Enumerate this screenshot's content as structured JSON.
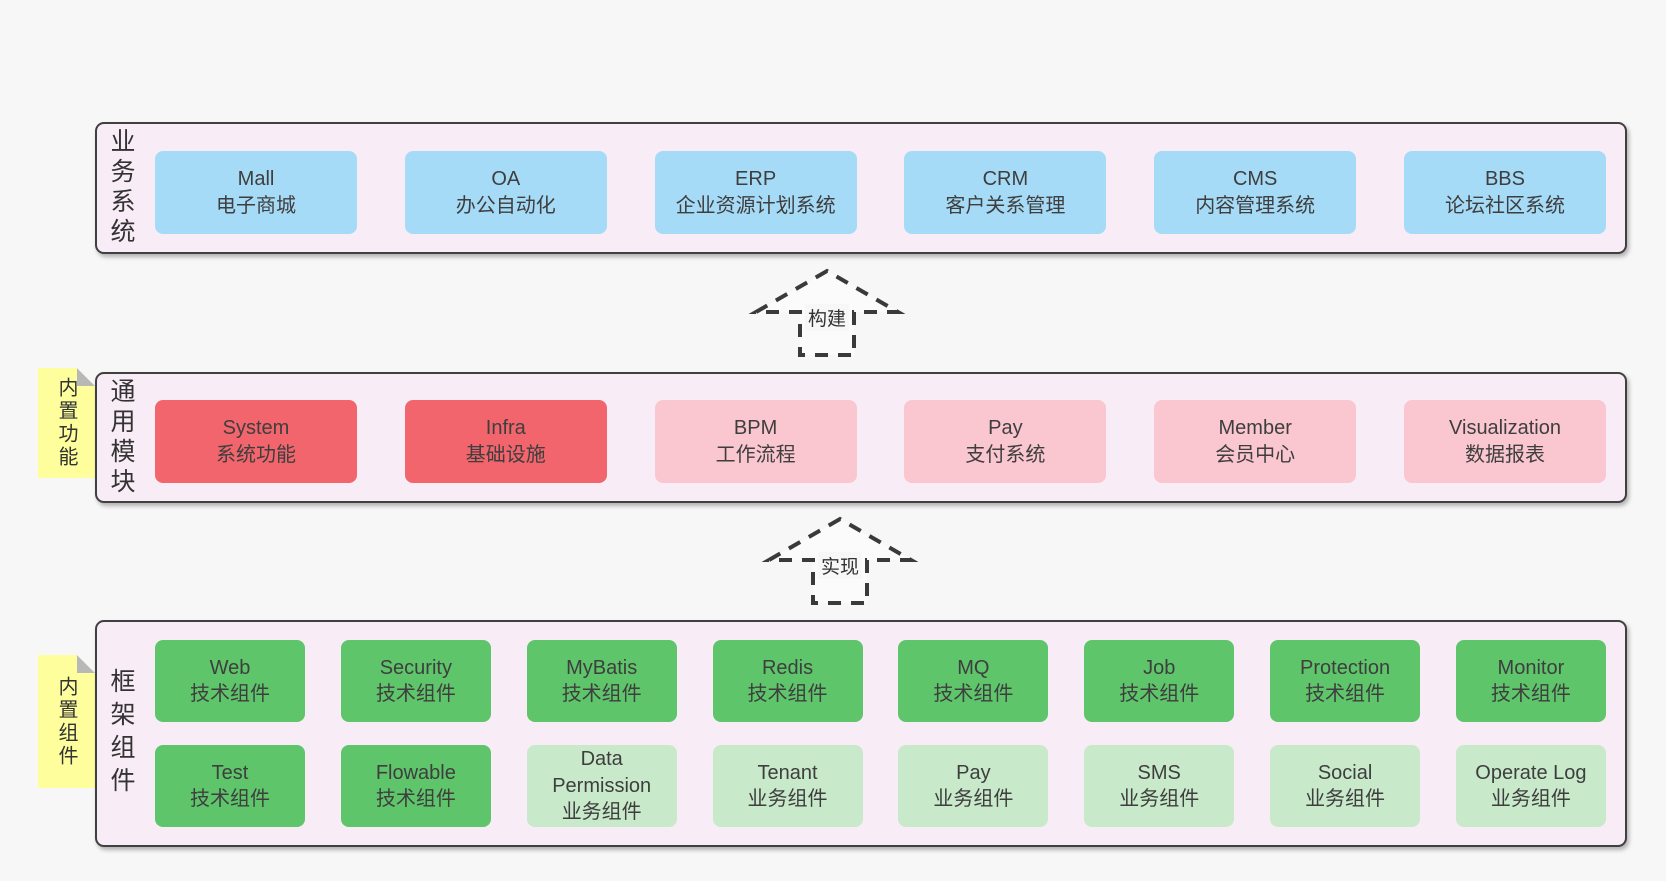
{
  "colors": {
    "bg": "#f7f7f7",
    "section_fill": "#f8edf6",
    "section_border": "#404040",
    "blue": "#a6dbf7",
    "red": "#f2656d",
    "pink": "#fac6cf",
    "green": "#5ec56b",
    "green_light": "#c8e9ca",
    "yellow": "#feff9c",
    "fold": "#b8b8b8",
    "text": "#3d3d3d",
    "arrow": "#3a3a3a"
  },
  "arrows": [
    {
      "label": "构建"
    },
    {
      "label": "实现"
    }
  ],
  "sections": [
    {
      "label": "业务系统",
      "rows": [
        [
          {
            "name": "Mall",
            "desc": "电子商城",
            "variant": "blue"
          },
          {
            "name": "OA",
            "desc": "办公自动化",
            "variant": "blue"
          },
          {
            "name": "ERP",
            "desc": "企业资源计划系统",
            "variant": "blue"
          },
          {
            "name": "CRM",
            "desc": "客户关系管理",
            "variant": "blue"
          },
          {
            "name": "CMS",
            "desc": "内容管理系统",
            "variant": "blue"
          },
          {
            "name": "BBS",
            "desc": "论坛社区系统",
            "variant": "blue"
          }
        ]
      ]
    },
    {
      "label": "通用模块",
      "note": "内置功能",
      "rows": [
        [
          {
            "name": "System",
            "desc": "系统功能",
            "variant": "red"
          },
          {
            "name": "Infra",
            "desc": "基础设施",
            "variant": "red"
          },
          {
            "name": "BPM",
            "desc": "工作流程",
            "variant": "pink"
          },
          {
            "name": "Pay",
            "desc": "支付系统",
            "variant": "pink"
          },
          {
            "name": "Member",
            "desc": "会员中心",
            "variant": "pink"
          },
          {
            "name": "Visualization",
            "desc": "数据报表",
            "variant": "pink"
          }
        ]
      ]
    },
    {
      "label": "框架组件",
      "note": "内置组件",
      "rows": [
        [
          {
            "name": "Web",
            "desc": "技术组件",
            "variant": "green"
          },
          {
            "name": "Security",
            "desc": "技术组件",
            "variant": "green"
          },
          {
            "name": "MyBatis",
            "desc": "技术组件",
            "variant": "green"
          },
          {
            "name": "Redis",
            "desc": "技术组件",
            "variant": "green"
          },
          {
            "name": "MQ",
            "desc": "技术组件",
            "variant": "green"
          },
          {
            "name": "Job",
            "desc": "技术组件",
            "variant": "green"
          },
          {
            "name": "Protection",
            "desc": "技术组件",
            "variant": "green"
          },
          {
            "name": "Monitor",
            "desc": "技术组件",
            "variant": "green"
          }
        ],
        [
          {
            "name": "Test",
            "desc": "技术组件",
            "variant": "green"
          },
          {
            "name": "Flowable",
            "desc": "技术组件",
            "variant": "green"
          },
          {
            "name": "Data Permission",
            "desc": "业务组件",
            "variant": "green_light"
          },
          {
            "name": "Tenant",
            "desc": "业务组件",
            "variant": "green_light"
          },
          {
            "name": "Pay",
            "desc": "业务组件",
            "variant": "green_light"
          },
          {
            "name": "SMS",
            "desc": "业务组件",
            "variant": "green_light"
          },
          {
            "name": "Social",
            "desc": "业务组件",
            "variant": "green_light"
          },
          {
            "name": "Operate Log",
            "desc": "业务组件",
            "variant": "green_light"
          }
        ]
      ]
    }
  ]
}
